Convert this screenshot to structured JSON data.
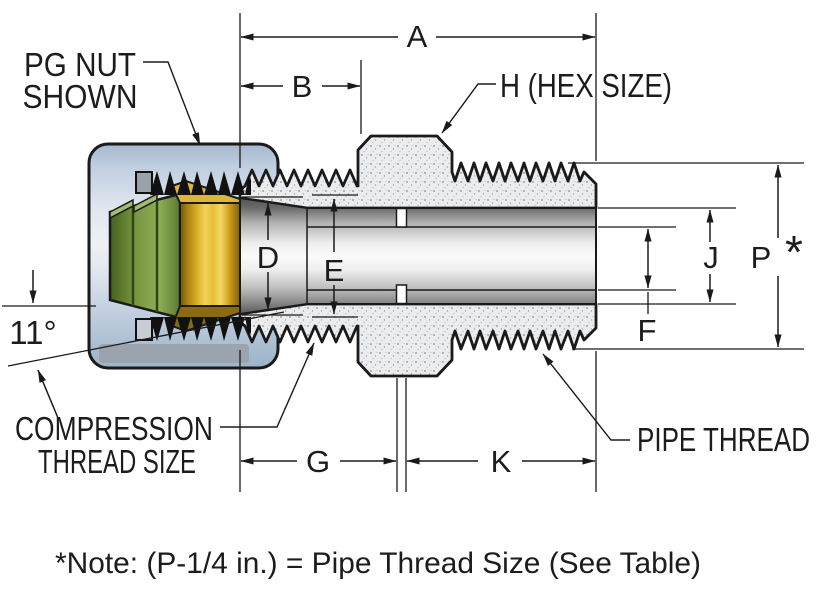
{
  "figure": {
    "note": "*Note: (P-1/4 in.) = Pipe Thread Size (See Table)",
    "callouts": {
      "pg_nut_line1": "PG NUT",
      "pg_nut_line2": "SHOWN",
      "hex_size": "H (HEX SIZE)",
      "compression_line1": "COMPRESSION",
      "compression_line2": "THREAD SIZE",
      "pipe_thread": "PIPE THREAD",
      "cone_angle": "11°"
    },
    "dims": {
      "A": "A",
      "B": "B",
      "D": "D",
      "E": "E",
      "F": "F",
      "G": "G",
      "J": "J",
      "K": "K",
      "P": "P",
      "P_note_marker": "*"
    },
    "colors": {
      "line": "#1a1a1a",
      "nut_blue": "#bfcfe0",
      "ferrule_green": "#76953f",
      "gland_gold": "#d9ad22",
      "body_gray": "#ebecee"
    }
  }
}
